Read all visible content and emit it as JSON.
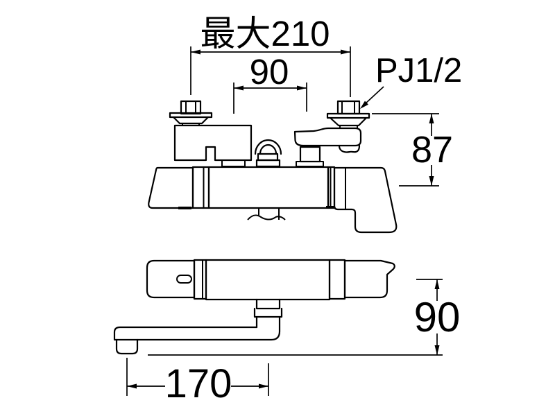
{
  "colors": {
    "background": "#ffffff",
    "line": "#000000"
  },
  "dimensions": {
    "max_width": {
      "label": "最大210",
      "value": 210
    },
    "inlet_span": {
      "label": "90",
      "value": 90
    },
    "thread": {
      "label": "PJ1/2"
    },
    "wall_to_center": {
      "label": "87",
      "value": 87
    },
    "spout_drop": {
      "label": "90",
      "value": 90
    },
    "spout_reach": {
      "label": "170",
      "value": 170
    }
  }
}
